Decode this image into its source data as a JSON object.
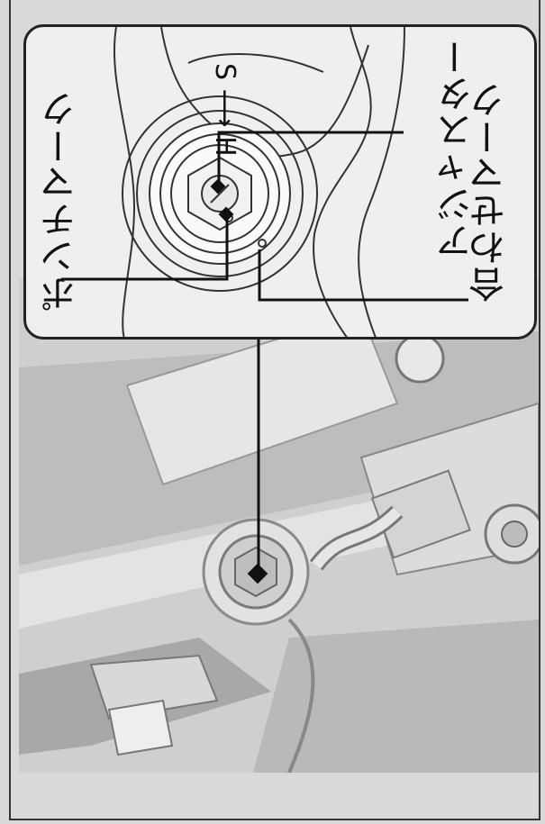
{
  "labels": {
    "punch_mark": "ポンチマーク",
    "adjuster": "アジャスター",
    "alignment_mark": "合わせマーク",
    "direction": "S ⟶ H"
  },
  "icons": {
    "photo": "motorcycle-rear-shock-photo",
    "inset": "adjuster-closeup-icon"
  }
}
